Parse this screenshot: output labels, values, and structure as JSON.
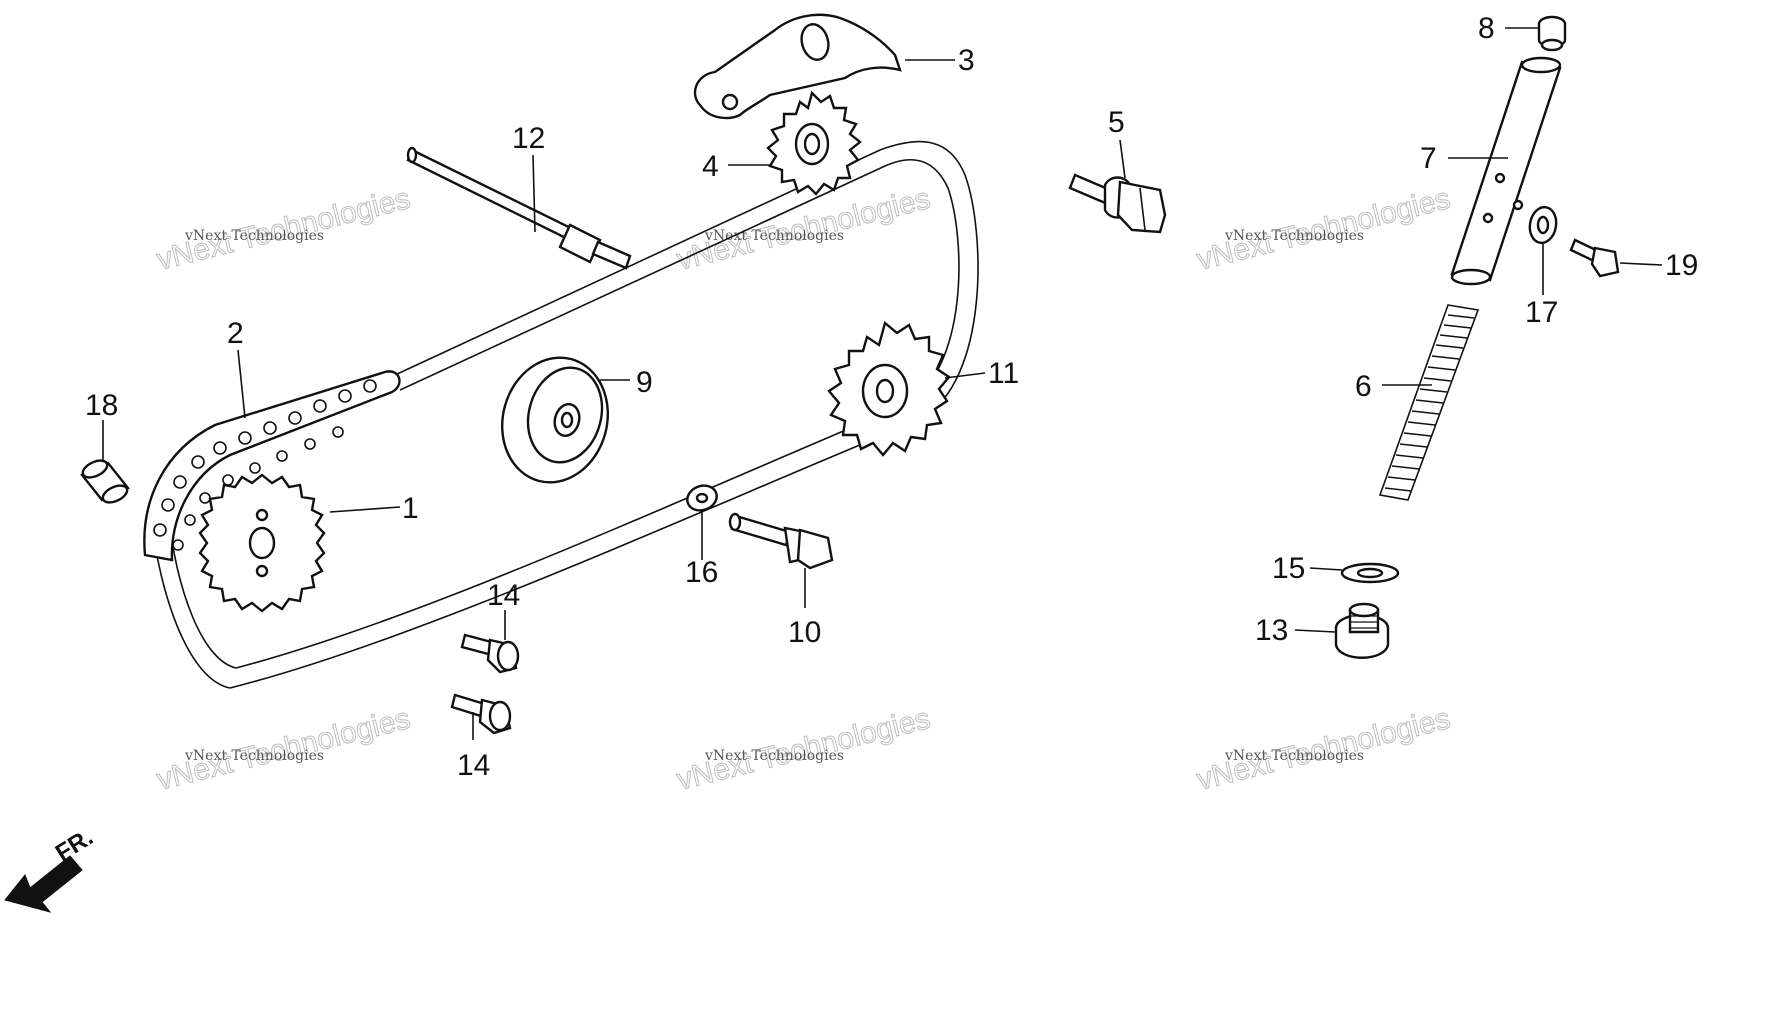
{
  "callouts": [
    {
      "id": "1",
      "label": "1"
    },
    {
      "id": "2",
      "label": "2"
    },
    {
      "id": "3",
      "label": "3"
    },
    {
      "id": "4",
      "label": "4"
    },
    {
      "id": "5",
      "label": "5"
    },
    {
      "id": "6",
      "label": "6"
    },
    {
      "id": "7",
      "label": "7"
    },
    {
      "id": "8",
      "label": "8"
    },
    {
      "id": "9",
      "label": "9"
    },
    {
      "id": "10",
      "label": "10"
    },
    {
      "id": "11",
      "label": "11"
    },
    {
      "id": "12",
      "label": "12"
    },
    {
      "id": "13",
      "label": "13"
    },
    {
      "id": "14a",
      "label": "14"
    },
    {
      "id": "14b",
      "label": "14"
    },
    {
      "id": "15",
      "label": "15"
    },
    {
      "id": "16",
      "label": "16"
    },
    {
      "id": "17",
      "label": "17"
    },
    {
      "id": "18",
      "label": "18"
    },
    {
      "id": "19",
      "label": "19"
    }
  ],
  "watermark": {
    "big": "vNext Technologies",
    "small": "vNext Technologies"
  },
  "direction": {
    "label": "FR."
  }
}
